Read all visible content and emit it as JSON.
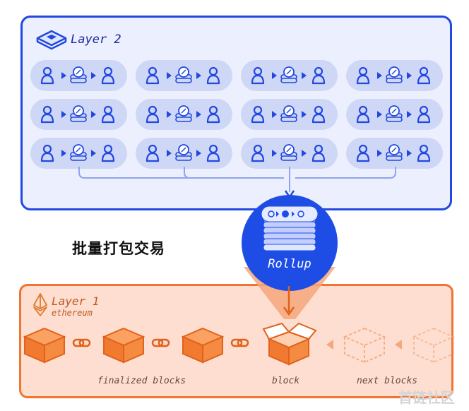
{
  "layer2": {
    "title": "Layer 2"
  },
  "caption": "批量打包交易",
  "rollup": {
    "label": "Rollup"
  },
  "layer1": {
    "title": "Layer 1",
    "subtitle": "ethereum"
  },
  "labels": {
    "finalized": "finalized blocks",
    "block": "block",
    "next": "next blocks"
  },
  "watermark": "首链社区",
  "colors": {
    "blue": "#2148e0",
    "orange": "#f07530",
    "l2bg": "#eceffd",
    "l1bg": "#fdded0"
  },
  "transaction_grid": {
    "rows": 3,
    "columns": 4,
    "icons": [
      "user-icon",
      "arrow-icon",
      "coin-stack-icon",
      "arrow-icon",
      "user-icon"
    ]
  }
}
